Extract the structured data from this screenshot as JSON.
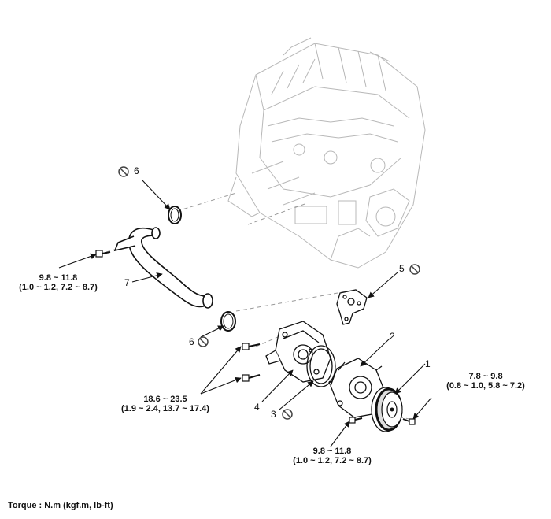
{
  "parts": {
    "p1": "1",
    "p2": "2",
    "p3": "3",
    "p4": "4",
    "p5": "5",
    "p6a": "6",
    "p6b": "6",
    "p7": "7"
  },
  "torques": {
    "pipe_bolt": {
      "nm": "9.8 ~ 11.8",
      "alt": "(1.0 ~ 1.2, 7.2 ~ 8.7)"
    },
    "pump_bolts": {
      "nm": "18.6 ~ 23.5",
      "alt": "(1.9 ~ 2.4, 13.7 ~ 17.4)"
    },
    "housing_bolt": {
      "nm": "9.8 ~ 11.8",
      "alt": "(1.0 ~ 1.2, 7.2 ~ 8.7)"
    },
    "pulley_bolt": {
      "nm": "7.8 ~ 9.8",
      "alt": "(0.8 ~ 1.0, 5.8 ~ 7.2)"
    }
  },
  "legend": "Torque : N.m (kgf.m, lb-ft)",
  "icons": {
    "do_not_reuse": "prohibited-reuse-icon"
  }
}
